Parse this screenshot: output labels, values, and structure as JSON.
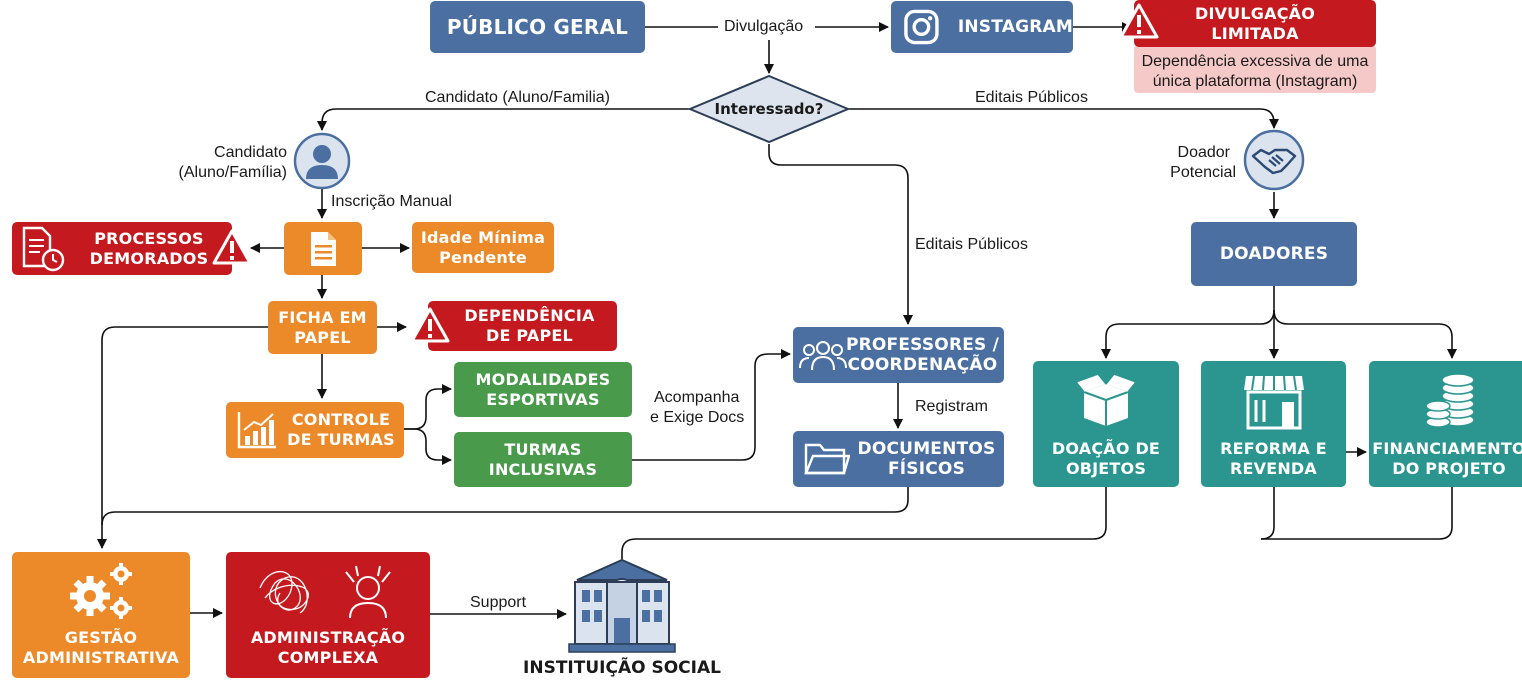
{
  "nodes": {
    "publico_geral": "PÚBLICO GERAL",
    "instagram": "INSTAGRAM",
    "divulgacao_limitada": {
      "title_1": "DIVULGAÇÃO",
      "title_2": "LIMITADA",
      "note_1": "Dependência excessiva de uma",
      "note_2": "única plataforma (Instagram)"
    },
    "interessado": "Interessado?",
    "candidato": {
      "line1": "Candidato",
      "line2": "(Aluno/Família)"
    },
    "doador": {
      "line1": "Doador",
      "line2": "Potencial"
    },
    "processos_demorados": {
      "line1": "PROCESSOS",
      "line2": "DEMORADOS"
    },
    "idade_minima": {
      "line1": "Idade Mínima",
      "line2": "Pendente"
    },
    "ficha_em_papel": {
      "line1": "FICHA EM",
      "line2": "PAPEL"
    },
    "dependencia_de_papel": {
      "line1": "DEPENDÊNCIA",
      "line2": "DE PAPEL"
    },
    "controle_de_turmas": {
      "line1": "CONTROLE",
      "line2": "DE TURMAS"
    },
    "modalidades_esportivas": {
      "line1": "MODALIDADES",
      "line2": "ESPORTIVAS"
    },
    "turmas_inclusivas": {
      "line1": "TURMAS",
      "line2": "INCLUSIVAS"
    },
    "professores": {
      "line1": "PROFESSORES /",
      "line2": "COORDENAÇÃO"
    },
    "documentos": {
      "line1": "DOCUMENTOS",
      "line2": "FÍSICOS"
    },
    "doadores": "DOADORES",
    "doacao_objetos": {
      "line1": "DOAÇÃO DE",
      "line2": "OBJETOS"
    },
    "reforma_revenda": {
      "line1": "REFORMA E",
      "line2": "REVENDA"
    },
    "financiamento": {
      "line1": "FINANCIAMENTO",
      "line2": "DO PROJETO"
    },
    "gestao": {
      "line1": "GESTÃO",
      "line2": "ADMINISTRATIVA"
    },
    "administracao": {
      "line1": "ADMINISTRAÇÃO",
      "line2": "COMPLEXA"
    },
    "instituicao": "INSTITUIÇÃO SOCIAL"
  },
  "edge_labels": {
    "divulgacao": "Divulgação",
    "candidato_branch": "Candidato (Aluno/Familia)",
    "editais_top": "Editais Públicos",
    "editais_mid": "Editais Públicos",
    "inscricao": "Inscrição Manual",
    "acompanha_1": "Acompanha",
    "acompanha_2": "e Exige Docs",
    "registram": "Registram",
    "support": "Support"
  },
  "colors": {
    "blue": "#4a6fa0",
    "orange": "#ec8a2a",
    "red": "#c41a1f",
    "green": "#4a9a4c",
    "teal": "#2b9690",
    "pink_note": "#f6c9c9"
  },
  "icons": [
    "instagram-icon",
    "warning-icon",
    "user-icon",
    "handshake-icon",
    "document-icon",
    "process-icon",
    "chart-icon",
    "people-icon",
    "folder-icon",
    "box-icon",
    "store-icon",
    "coins-icon",
    "gears-icon",
    "chaos-icon",
    "building-icon"
  ]
}
